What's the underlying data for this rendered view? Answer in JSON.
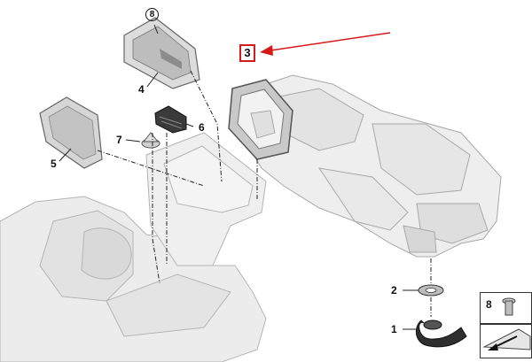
{
  "callouts": {
    "part_1": "1",
    "part_2": "2",
    "part_3": "3",
    "part_4": "4",
    "part_5": "5",
    "part_6": "6",
    "part_7": "7",
    "part_8": "8"
  },
  "legend": {
    "label": "8"
  },
  "colors": {
    "highlight": "#d61a1a",
    "part_fill": "#e6e6e6",
    "part_stroke": "#9a9a9a",
    "dark_part": "#3a3a3a"
  }
}
